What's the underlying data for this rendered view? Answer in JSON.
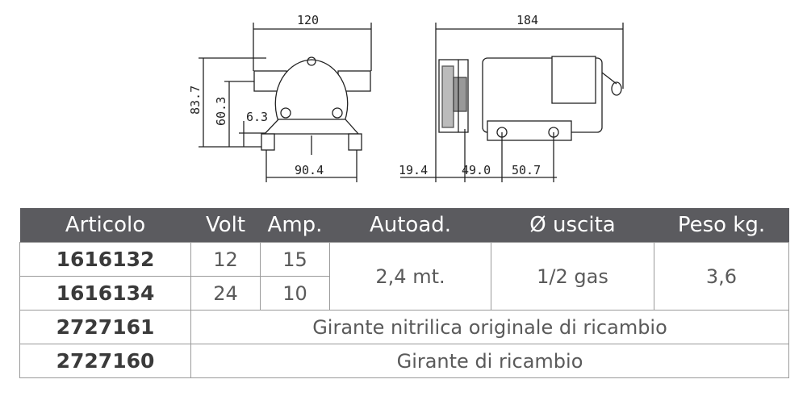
{
  "drawing": {
    "front_view": {
      "dim_width": "120",
      "dim_height": "83.7",
      "dim_mid": "60.3",
      "dim_base": "6.3",
      "dim_foot": "90.4"
    },
    "side_view": {
      "dim_length": "184",
      "dim_a": "19.4",
      "dim_b": "49.0",
      "dim_c": "50.7"
    }
  },
  "table": {
    "headers": [
      "Articolo",
      "Volt",
      "Amp.",
      "Autoad.",
      "Ø uscita",
      "Peso kg."
    ],
    "rows": [
      {
        "code": "1616132",
        "volt": "12",
        "amp": "15"
      },
      {
        "code": "1616134",
        "volt": "24",
        "amp": "10"
      }
    ],
    "shared": {
      "autoad": "2,4 mt.",
      "uscita": "1/2 gas",
      "peso": "3,6"
    },
    "spare_rows": [
      {
        "code": "2727161",
        "desc": "Girante nitrilica originale di ricambio"
      },
      {
        "code": "2727160",
        "desc": "Girante di ricambio"
      }
    ]
  }
}
